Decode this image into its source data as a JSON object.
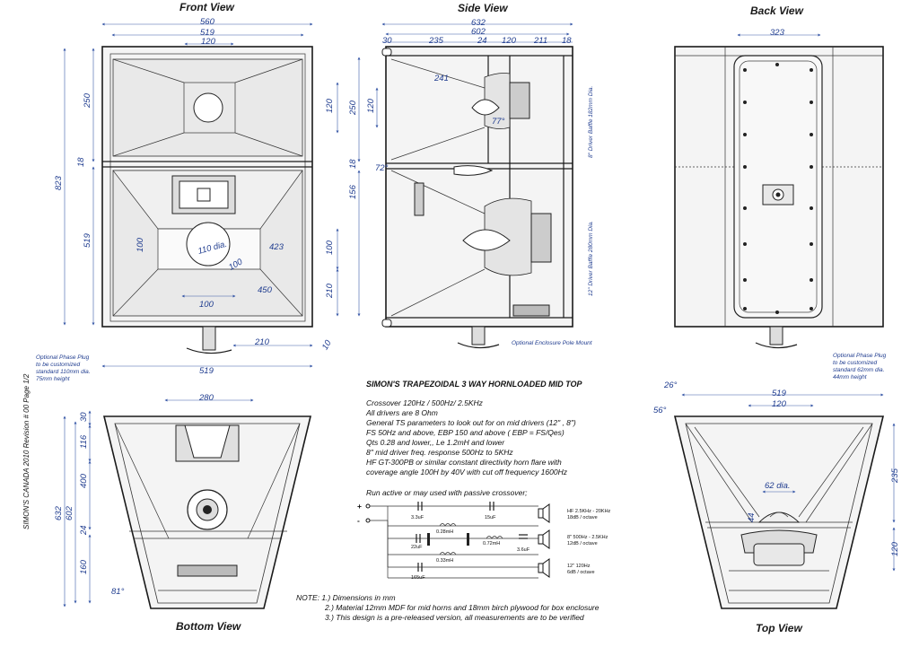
{
  "titles": {
    "front": "Front View",
    "side": "Side View",
    "back": "Back View",
    "bottom": "Bottom View",
    "top": "Top View"
  },
  "front": {
    "dims_top": [
      "560",
      "519",
      "120"
    ],
    "dims_left": [
      "250",
      "18",
      "823",
      "519"
    ],
    "dims_right": [
      "120",
      "100",
      "210"
    ],
    "dims_inner": [
      "100",
      "110 dia.",
      "100",
      "423",
      "450",
      "100"
    ],
    "dims_bottom": [
      "210",
      "519",
      "10"
    ]
  },
  "side": {
    "dims_top": [
      "632",
      "602",
      "30",
      "235",
      "24",
      "120",
      "211",
      "18"
    ],
    "dims_left": [
      "250",
      "120",
      "18",
      "156"
    ],
    "angles": [
      "241",
      "77°",
      "72°"
    ],
    "driver_notes": [
      "8\" Driver Baffle 182mm Dia.",
      "12\" Driver Baffle 280mm Dia."
    ],
    "pole_note": "Optional Enclosure Pole Mount"
  },
  "back": {
    "dims_top": [
      "323"
    ]
  },
  "phase_plug_left": "Optional Phase Plug to be customized standard 110mm dia. 75mm height",
  "phase_plug_right": "Optional Phase Plug to be customized standard 62mm dia. 44mm height",
  "bottom": {
    "dims_top": [
      "280"
    ],
    "dims_left": [
      "30",
      "116",
      "632",
      "602",
      "400",
      "24",
      "160"
    ],
    "angle": "81°"
  },
  "top": {
    "dims_top": [
      "519",
      "120"
    ],
    "angles": [
      "26°",
      "56°"
    ],
    "dims_inner": [
      "62 dia.",
      "44"
    ],
    "dims_right": [
      "235",
      "120"
    ]
  },
  "spec": {
    "title": "SIMON'S TRAPEZOIDAL  3 WAY HORNLOADED MID TOP",
    "lines": [
      "Crossover 120Hz / 500Hz/ 2.5KHz",
      "All drivers are 8 Ohm",
      "General TS parameters to look out for on mid drivers (12\" , 8\")",
      "FS 50Hz and above, EBP 150 and above ( EBP = FS/Qes)",
      "Qts 0.28 and lower,, Le 1.2mH and lower",
      "8\" mid driver freq. response 500Hz to 5KHz",
      "HF GT-300PB or similar constant directivity horn flare with",
      "coverage angle 100H by 40V with cut off frequency 1600Hz"
    ],
    "crossover_title": "Run active or may used with passive crossover;"
  },
  "crossover": {
    "plus": "+",
    "minus": "-",
    "components": [
      "3.3uF",
      "15uF",
      "0.28mH",
      "22uF",
      "0.72mH",
      "3.6uF",
      "0.33mH",
      "165uF"
    ],
    "labels": [
      [
        "HF 2.5KHz - 20KHz",
        "18dB / octave"
      ],
      [
        "8\" 500Hz - 2.5KHz",
        "12dB / octave"
      ],
      [
        "12\" 120Hz",
        "6dB / octave"
      ]
    ]
  },
  "side_note": "SIMON'S CANADA 2010  Revision # 00  Page 1/2",
  "notes": {
    "label": "NOTE: 1.) Dimensions in mm",
    "line2": "2.) Material 12mm MDF for mid horns and 18mm birch plywood for box enclosure",
    "line3": "3.) This design is a pre-released version, all measurements are to be verified"
  }
}
